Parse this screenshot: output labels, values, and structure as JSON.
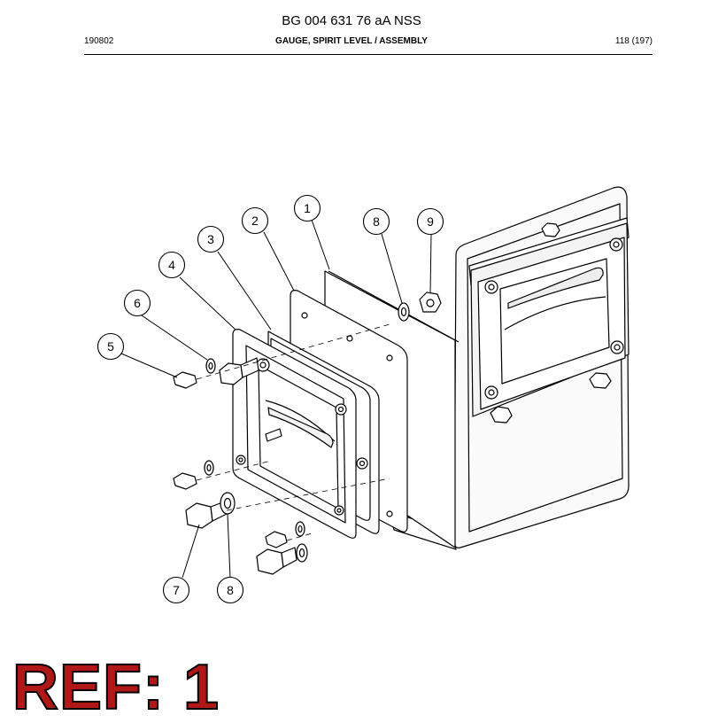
{
  "header": {
    "title": "BG 004 631 76 aA NSS",
    "date_code": "190802",
    "section_title": "GAUGE, SPIRIT LEVEL / ASSEMBLY",
    "page": "118 (197)"
  },
  "callouts": [
    {
      "id": "c1",
      "label": "1"
    },
    {
      "id": "c2",
      "label": "2"
    },
    {
      "id": "c3",
      "label": "3"
    },
    {
      "id": "c4",
      "label": "4"
    },
    {
      "id": "c5",
      "label": "5"
    },
    {
      "id": "c6",
      "label": "6"
    },
    {
      "id": "c7",
      "label": "7"
    },
    {
      "id": "c8a",
      "label": "8"
    },
    {
      "id": "c8b",
      "label": "8"
    },
    {
      "id": "c9",
      "label": "9"
    }
  ],
  "ref": {
    "text": "REF: 1"
  }
}
